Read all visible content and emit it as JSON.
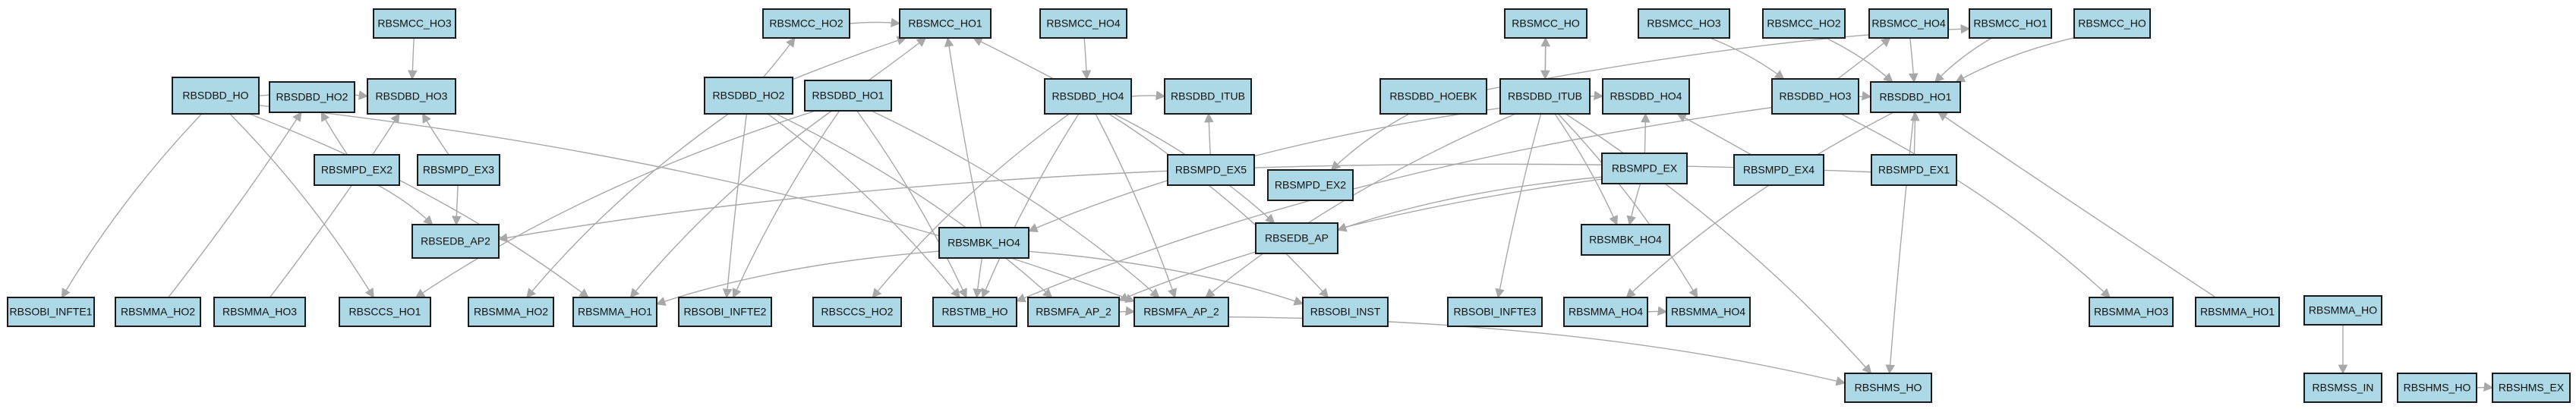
{
  "colors": {
    "node_fill": "#add8e6",
    "node_stroke": "#1a1a1a",
    "edge": "#a8a8a8",
    "background": "#ffffff"
  },
  "nodes": [
    {
      "id": "n1",
      "label": "RBSMCC_HO3"
    },
    {
      "id": "n2",
      "label": "RBSMCC_HO2"
    },
    {
      "id": "n3",
      "label": "RBSMCC_HO1"
    },
    {
      "id": "n4",
      "label": "RBSMCC_HO4"
    },
    {
      "id": "n5",
      "label": "RBSMCC_HO"
    },
    {
      "id": "n6",
      "label": "RBSMCC_HO3"
    },
    {
      "id": "n7",
      "label": "RBSMCC_HO2"
    },
    {
      "id": "n8",
      "label": "RBSMCC_HO4"
    },
    {
      "id": "n9",
      "label": "RBSMCC_HO1"
    },
    {
      "id": "n10",
      "label": "RBSMCC_HO"
    },
    {
      "id": "n11",
      "label": "RBSDBD_HO"
    },
    {
      "id": "n12",
      "label": "RBSDBD_HO2"
    },
    {
      "id": "n13",
      "label": "RBSDBD_HO3"
    },
    {
      "id": "n14",
      "label": "RBSDBD_HO2"
    },
    {
      "id": "n15",
      "label": "RBSDBD_HO1"
    },
    {
      "id": "n16",
      "label": "RBSDBD_HO4"
    },
    {
      "id": "n17",
      "label": "RBSDBD_ITUB"
    },
    {
      "id": "n18",
      "label": "RBSDBD_HOEBK"
    },
    {
      "id": "n19",
      "label": "RBSDBD_ITUB"
    },
    {
      "id": "n20",
      "label": "RBSDBD_HO4"
    },
    {
      "id": "n21",
      "label": "RBSDBD_HO3"
    },
    {
      "id": "n22",
      "label": "RBSDBD_HO1"
    },
    {
      "id": "n23",
      "label": "RBSMPD_EX2"
    },
    {
      "id": "n24",
      "label": "RBSMPD_EX3"
    },
    {
      "id": "n25",
      "label": "RBSMPD_EX5"
    },
    {
      "id": "n26",
      "label": "RBSMPD_EX2"
    },
    {
      "id": "n27",
      "label": "RBSMPD_EX"
    },
    {
      "id": "n28",
      "label": "RBSMPD_EX4"
    },
    {
      "id": "n29",
      "label": "RBSMPD_EX1"
    },
    {
      "id": "n30",
      "label": "RBSEDB_AP2"
    },
    {
      "id": "n31",
      "label": "RBSMBK_HO4"
    },
    {
      "id": "n32",
      "label": "RBSEDB_AP"
    },
    {
      "id": "n33",
      "label": "RBSMBK_HO4"
    },
    {
      "id": "n34",
      "label": "RBSOBI_INFTE1"
    },
    {
      "id": "n35",
      "label": "RBSMMA_HO2"
    },
    {
      "id": "n36",
      "label": "RBSMMA_HO3"
    },
    {
      "id": "n37",
      "label": "RBSCCS_HO1"
    },
    {
      "id": "n38",
      "label": "RBSMMA_HO2"
    },
    {
      "id": "n39",
      "label": "RBSMMA_HO1"
    },
    {
      "id": "n40",
      "label": "RBSOBI_INFTE2"
    },
    {
      "id": "n41",
      "label": "RBSCCS_HO2"
    },
    {
      "id": "n42",
      "label": "RBSTMB_HO"
    },
    {
      "id": "n43",
      "label": "RBSMFA_AP_2"
    },
    {
      "id": "n44",
      "label": "RBSMFA_AP_2"
    },
    {
      "id": "n45",
      "label": "RBSOBI_INST"
    },
    {
      "id": "n46",
      "label": "RBSOBI_INFTE3"
    },
    {
      "id": "n47",
      "label": "RBSMMA_HO4"
    },
    {
      "id": "n48",
      "label": "RBSMMA_HO4"
    },
    {
      "id": "n49",
      "label": "RBSMMA_HO3"
    },
    {
      "id": "n50",
      "label": "RBSMMA_HO1"
    },
    {
      "id": "n51",
      "label": "RBSMMA_HO"
    },
    {
      "id": "n52",
      "label": "RBSHMS_HO"
    },
    {
      "id": "n53",
      "label": "RBSMSS_IN"
    },
    {
      "id": "n54",
      "label": "RBSHMS_HO"
    },
    {
      "id": "n55",
      "label": "RBSHMS_EX"
    }
  ],
  "edges": [
    [
      "n1",
      "n13"
    ],
    [
      "n2",
      "n3"
    ],
    [
      "n4",
      "n16"
    ],
    [
      "n5",
      "n19"
    ],
    [
      "n6",
      "n21"
    ],
    [
      "n7",
      "n22"
    ],
    [
      "n8",
      "n22"
    ],
    [
      "n9",
      "n22"
    ],
    [
      "n10",
      "n22"
    ],
    [
      "n11",
      "n13"
    ],
    [
      "n11",
      "n34"
    ],
    [
      "n11",
      "n37"
    ],
    [
      "n11",
      "n44"
    ],
    [
      "n11",
      "n39"
    ],
    [
      "n23",
      "n12"
    ],
    [
      "n23",
      "n30"
    ],
    [
      "n24",
      "n13"
    ],
    [
      "n24",
      "n30"
    ],
    [
      "n14",
      "n2"
    ],
    [
      "n14",
      "n3"
    ],
    [
      "n14",
      "n38"
    ],
    [
      "n14",
      "n40"
    ],
    [
      "n14",
      "n42"
    ],
    [
      "n14",
      "n43"
    ],
    [
      "n15",
      "n3"
    ],
    [
      "n15",
      "n39"
    ],
    [
      "n15",
      "n40"
    ],
    [
      "n15",
      "n42"
    ],
    [
      "n15",
      "n44"
    ],
    [
      "n15",
      "n37"
    ],
    [
      "n16",
      "n3"
    ],
    [
      "n16",
      "n17"
    ],
    [
      "n16",
      "n41"
    ],
    [
      "n16",
      "n42"
    ],
    [
      "n16",
      "n44"
    ],
    [
      "n16",
      "n32"
    ],
    [
      "n16",
      "n45"
    ],
    [
      "n25",
      "n17"
    ],
    [
      "n18",
      "n9"
    ],
    [
      "n18",
      "n26"
    ],
    [
      "n19",
      "n5"
    ],
    [
      "n19",
      "n20"
    ],
    [
      "n19",
      "n33"
    ],
    [
      "n19",
      "n46"
    ],
    [
      "n19",
      "n48"
    ],
    [
      "n19",
      "n52"
    ],
    [
      "n19",
      "n44"
    ],
    [
      "n19",
      "n31"
    ],
    [
      "n27",
      "n20"
    ],
    [
      "n27",
      "n33"
    ],
    [
      "n27",
      "n32"
    ],
    [
      "n27",
      "n43"
    ],
    [
      "n28",
      "n20"
    ],
    [
      "n21",
      "n22"
    ],
    [
      "n21",
      "n49"
    ],
    [
      "n21",
      "n42"
    ],
    [
      "n21",
      "n8"
    ],
    [
      "n29",
      "n22"
    ],
    [
      "n29",
      "n30"
    ],
    [
      "n22",
      "n52"
    ],
    [
      "n22",
      "n47"
    ],
    [
      "n31",
      "n3"
    ],
    [
      "n31",
      "n42"
    ],
    [
      "n31",
      "n45"
    ],
    [
      "n31",
      "n39"
    ],
    [
      "n35",
      "n12"
    ],
    [
      "n36",
      "n13"
    ],
    [
      "n47",
      "n48"
    ],
    [
      "n50",
      "n22"
    ],
    [
      "n51",
      "n53"
    ],
    [
      "n54",
      "n55"
    ],
    [
      "n43",
      "n44"
    ],
    [
      "n44",
      "n52"
    ]
  ]
}
